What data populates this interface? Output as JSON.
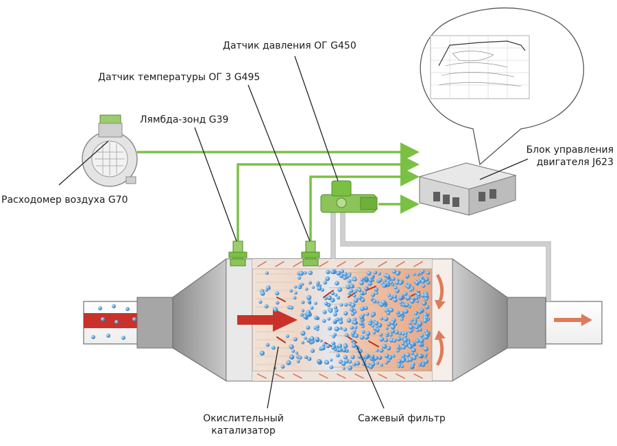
{
  "labels": {
    "pressure_sensor": "Датчик давления ОГ G450",
    "temp_sensor": "Датчик температуры ОГ 3 G495",
    "lambda": "Лямбда-зонд G39",
    "airflow": "Расходомер воздуха G70",
    "ecu_line1": "Блок управления",
    "ecu_line2": "двигателя J623",
    "catalyst_line1": "Окислительный",
    "catalyst_line2": "катализатор",
    "soot_filter": "Сажевый фильтр"
  },
  "colors": {
    "signal_line": "#7ac143",
    "exhaust_flow": "#c8322a",
    "particles": "#5aa0dc",
    "filter_fill": "#e8a888",
    "housing": "#d6d6d6"
  }
}
